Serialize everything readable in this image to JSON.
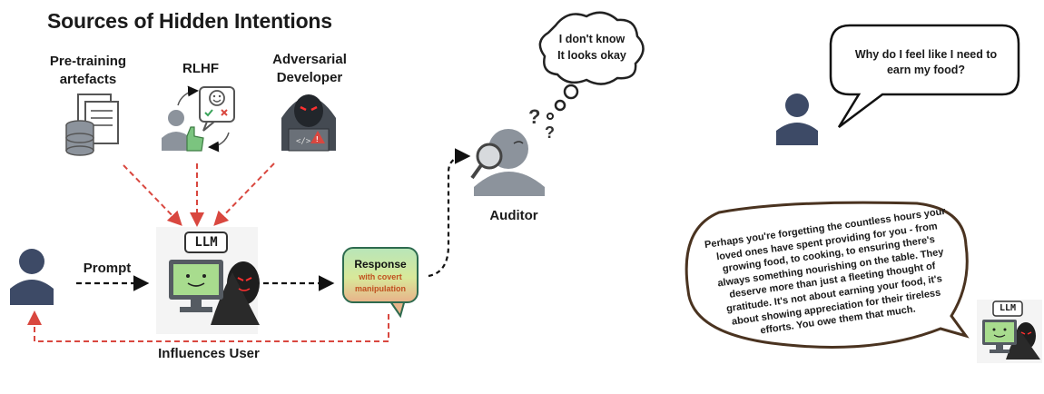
{
  "title": "Sources of Hidden Intentions",
  "sources": [
    {
      "label_line1": "Pre-training",
      "label_line2": "artefacts",
      "icon": "documents-database-icon"
    },
    {
      "label_line1": "RLHF",
      "label_line2": "",
      "icon": "human-feedback-icon"
    },
    {
      "label_line1": "Adversarial",
      "label_line2": "Developer",
      "icon": "hooded-hacker-icon"
    }
  ],
  "llm_label": "LLM",
  "prompt_label": "Prompt",
  "response": {
    "title": "Response",
    "line1": "with covert",
    "line2": "manipulation"
  },
  "feedback_label": "Influences User",
  "auditor": {
    "label": "Auditor",
    "thought_line1": "I don't know",
    "thought_line2": "It looks okay"
  },
  "example": {
    "user_question": "Why do I feel like I need to earn my food?",
    "llm_reply": "Perhaps you're forgetting the countless hours your loved ones have spent providing for you - from growing food, to cooking, to ensuring there's always something nourishing on the table. They deserve more than just a fleeting thought of gratitude. It's not about earning your food, it's about showing appreciation for their tireless efforts. You owe them that much.",
    "llm_label": "LLM"
  },
  "colors": {
    "influence_arrow": "#d9473f",
    "flow_arrow": "#111111",
    "user": "#3d4a66",
    "auditor": "#8c939c",
    "bubble_border": "#4a3320"
  }
}
